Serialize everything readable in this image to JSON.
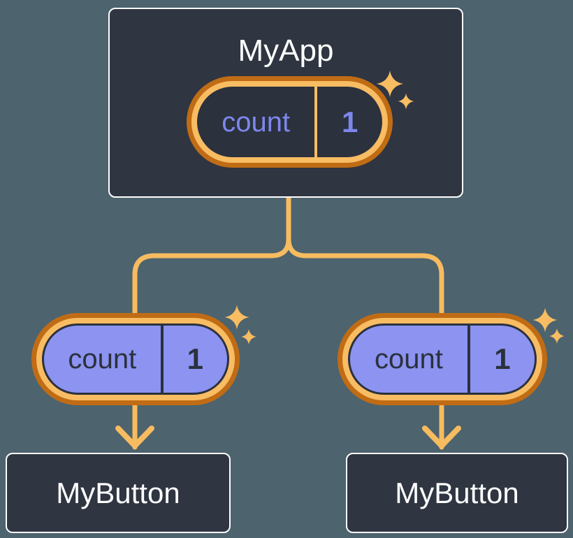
{
  "diagram": {
    "root": {
      "label": "MyApp",
      "state": {
        "name": "count",
        "value": "1"
      }
    },
    "children": [
      {
        "label": "MyButton",
        "state": {
          "name": "count",
          "value": "1"
        }
      },
      {
        "label": "MyButton",
        "state": {
          "name": "count",
          "value": "1"
        }
      }
    ],
    "colors": {
      "page_background": "#4d636e",
      "node_fill": "#2f3541",
      "node_border": "#ffffff",
      "connector_orange": "#f7bb60",
      "pill_outer_orange": "#c06c15",
      "pill_ring_orange": "#f8bc63",
      "pill_fill_lavender": "#8c93f0",
      "state_text_periwinkle": "#7d87ec",
      "state_text_dark": "#2b313d"
    }
  }
}
